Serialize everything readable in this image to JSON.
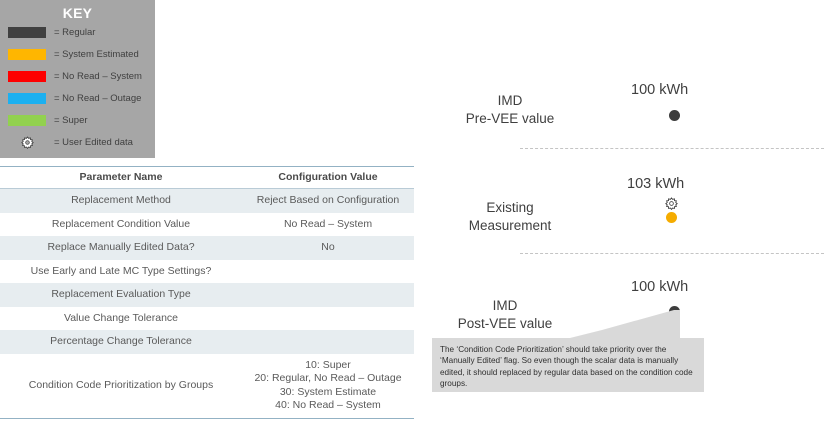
{
  "key_panel": {
    "title": "KEY",
    "panel_bg": "#a6a6a6",
    "items": [
      {
        "icon": "color-swatch-icon",
        "color": "#404040",
        "label": "= Regular"
      },
      {
        "icon": "color-swatch-icon",
        "color": "#ffb600",
        "label": "= System Estimated"
      },
      {
        "icon": "color-swatch-icon",
        "color": "#fe0000",
        "label": "= No Read – System"
      },
      {
        "icon": "color-swatch-icon",
        "color": "#1cb0f0",
        "label": "= No Read – Outage"
      },
      {
        "icon": "color-swatch-icon",
        "color": "#92d14f",
        "label": "= Super"
      },
      {
        "icon": "gear-icon",
        "color": "#ffffff",
        "label": "= User Edited data"
      }
    ]
  },
  "table": {
    "headers": [
      "Parameter Name",
      "Configuration Value"
    ],
    "rows": [
      {
        "parameter": "Replacement Method",
        "value": "Reject Based on Configuration"
      },
      {
        "parameter": "Replacement Condition Value",
        "value": "No Read – System"
      },
      {
        "parameter": "Replace Manually Edited Data?",
        "value": "No"
      },
      {
        "parameter": "Use Early and Late MC Type Settings?",
        "value": ""
      },
      {
        "parameter": "Replacement Evaluation Type",
        "value": ""
      },
      {
        "parameter": "Value Change Tolerance",
        "value": ""
      },
      {
        "parameter": "Percentage Change Tolerance",
        "value": ""
      },
      {
        "parameter": "Condition Code Prioritization by Groups",
        "value": "10: Super\n20: Regular, No Read – Outage\n30: System Estimate\n40: No Read – System"
      }
    ]
  },
  "diagram": {
    "bands": [
      {
        "label": "IMD\nPre-VEE value",
        "value": "100 kWh",
        "marker": "dot-dark",
        "edited_flag": false
      },
      {
        "label": "Existing\nMeasurement",
        "value": "103 kWh",
        "marker": "dot-orange",
        "edited_flag": true
      },
      {
        "label": "IMD\nPost-VEE value",
        "value": "100 kWh",
        "marker": "dot-dark",
        "edited_flag": false
      }
    ],
    "callout": "The ‘Condition Code Prioritization’ should take priority over the ‘Manually Edited’ flag.  So even though the scalar data is manually edited, it should replaced by regular data based on the condition code groups."
  },
  "colors": {
    "table_rule": "#93b2c4",
    "table_alt_row": "#e7edf0",
    "dot_dark": "#3d3d3d",
    "dot_orange": "#f5ac00",
    "callout_bg": "#d9d9d9",
    "dash": "#c4c4c4"
  }
}
